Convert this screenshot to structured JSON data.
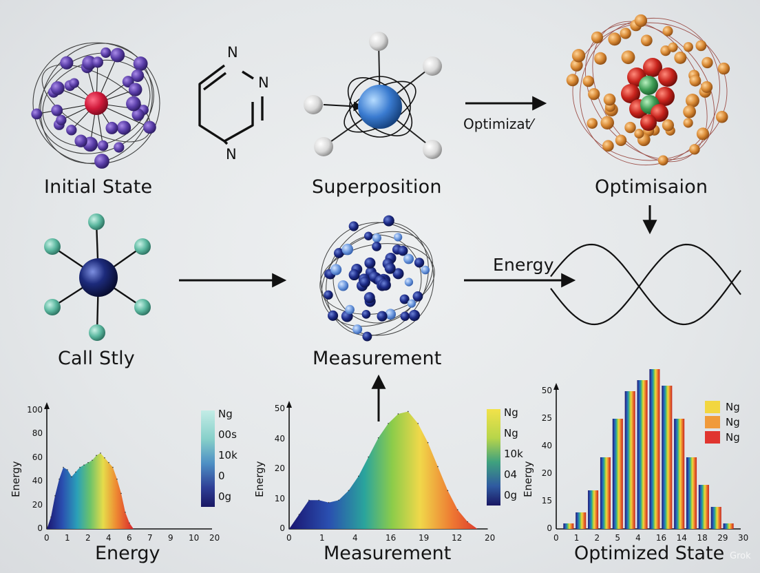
{
  "labels": {
    "initial_state": "Initial State",
    "superposition": "Superposition",
    "optimisation": "Optimisaion",
    "optimizat_arrow": "Optimizat⁄",
    "call_stly": "Call Stly",
    "measurement_mid": "Measurement",
    "energy_arrow": "Energy"
  },
  "pyrimidine": {
    "n_top": "N",
    "n_right": "N",
    "n_bottom": "N"
  },
  "watermark": "Grok",
  "colors": {
    "purple": "#5a3ea8",
    "red": "#d0193a",
    "blue_core": "#3a7bd0",
    "navy": "#1c2a86",
    "teal": "#5cb8a0",
    "orange": "#d98a35",
    "green": "#3f9e56"
  },
  "chart_data": [
    {
      "type": "area",
      "title": "",
      "xlabel": "Energy",
      "ylabel": "Energy",
      "xlim": [
        0,
        20
      ],
      "ylim": [
        0,
        100
      ],
      "xticks": [
        "0",
        "1",
        "2",
        "4",
        "6",
        "7",
        "9",
        "10",
        "20"
      ],
      "yticks": [
        "0",
        "20",
        "40",
        "60",
        "80",
        "100"
      ],
      "x": [
        0,
        0.5,
        1,
        1.5,
        2,
        2.5,
        3,
        3.5,
        4,
        4.5,
        5,
        5.5,
        6,
        6.5,
        7,
        7.5,
        8,
        8.5,
        9,
        9.5,
        10,
        10.5
      ],
      "values": [
        0,
        10,
        28,
        42,
        52,
        50,
        44,
        48,
        52,
        54,
        56,
        58,
        62,
        64,
        60,
        56,
        52,
        42,
        30,
        14,
        5,
        0
      ],
      "legend": [
        "Ng",
        "00s",
        "10k",
        "0",
        "0g"
      ],
      "legend_colors": [
        "#bfe9e3",
        "#8fd2cf",
        "#5fa6c6",
        "#3d5ca8",
        "#1b1a6b"
      ]
    },
    {
      "type": "area",
      "title": "",
      "xlabel": "Measurement",
      "ylabel": "Energy",
      "xlim": [
        0,
        20
      ],
      "ylim": [
        0,
        50
      ],
      "xticks": [
        "0",
        "1",
        "4",
        "16",
        "19",
        "12",
        "20"
      ],
      "yticks": [
        "0",
        "10",
        "20",
        "40",
        "50"
      ],
      "x": [
        0,
        1,
        2,
        3,
        4,
        5,
        6,
        7,
        8,
        9,
        10,
        11,
        12,
        13,
        14,
        15,
        16,
        17,
        18,
        19,
        20
      ],
      "values": [
        0,
        6,
        12,
        12,
        11,
        12,
        16,
        22,
        30,
        38,
        44,
        48,
        49,
        44,
        36,
        26,
        16,
        8,
        3,
        0,
        0
      ],
      "legend": [
        "Ng",
        "Ng",
        "10k",
        "04",
        "0g"
      ],
      "legend_colors": [
        "#f2e24a",
        "#a8d24a",
        "#4aa37a",
        "#3a6ca8",
        "#1b1a6b"
      ]
    },
    {
      "type": "bar",
      "title": "",
      "xlabel": "Optimized State",
      "ylabel": "Energy",
      "xlim": [
        0,
        30
      ],
      "ylim": [
        0,
        50
      ],
      "xticks": [
        "0",
        "1",
        "2",
        "5",
        "4",
        "16",
        "14",
        "18",
        "29",
        "30"
      ],
      "yticks": [
        "0",
        "15",
        "20",
        "40",
        "25",
        "50"
      ],
      "x": [
        0,
        2,
        4,
        6,
        8,
        10,
        12,
        14,
        16,
        18,
        20,
        22,
        24,
        26,
        28,
        30
      ],
      "values": [
        0,
        2,
        6,
        14,
        26,
        40,
        50,
        54,
        58,
        52,
        40,
        26,
        16,
        8,
        2,
        0
      ],
      "legend": [
        "Ng",
        "Ng",
        "Ng"
      ],
      "legend_colors": [
        "#f2d640",
        "#f09a3a",
        "#e0352f"
      ]
    }
  ]
}
